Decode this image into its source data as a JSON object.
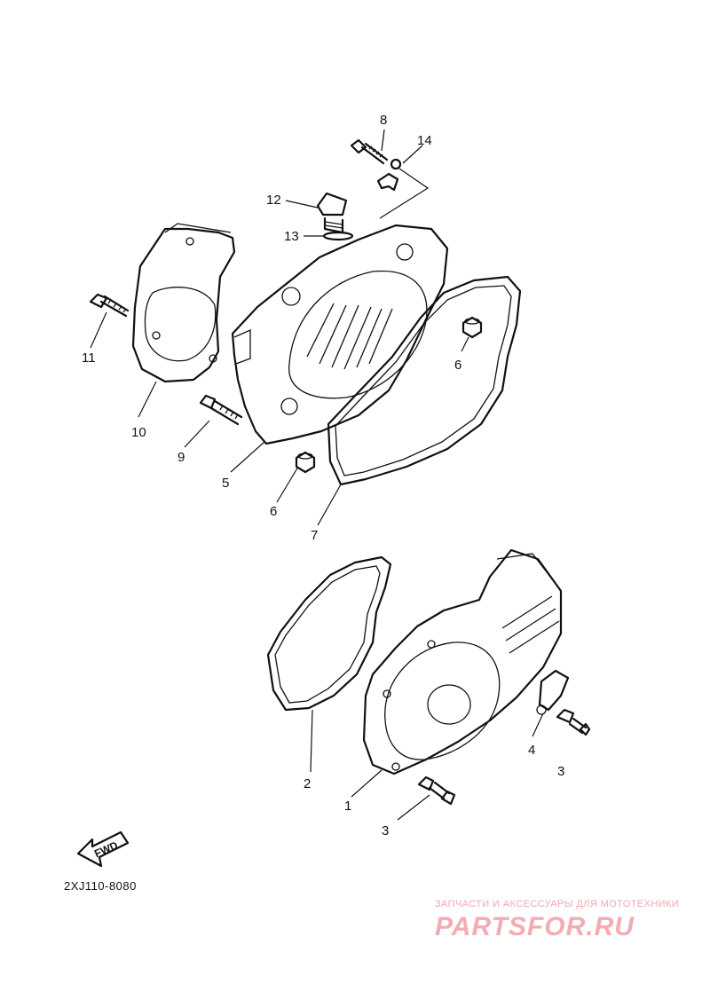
{
  "diagram": {
    "callouts": [
      {
        "id": "c8",
        "label": "8"
      },
      {
        "id": "c14",
        "label": "14"
      },
      {
        "id": "c12",
        "label": "12"
      },
      {
        "id": "c13",
        "label": "13"
      },
      {
        "id": "c6a",
        "label": "6"
      },
      {
        "id": "c11",
        "label": "11"
      },
      {
        "id": "c10",
        "label": "10"
      },
      {
        "id": "c9",
        "label": "9"
      },
      {
        "id": "c5",
        "label": "5"
      },
      {
        "id": "c6b",
        "label": "6"
      },
      {
        "id": "c7",
        "label": "7"
      },
      {
        "id": "c4",
        "label": "4"
      },
      {
        "id": "c3a",
        "label": "3"
      },
      {
        "id": "c2",
        "label": "2"
      },
      {
        "id": "c1",
        "label": "1"
      },
      {
        "id": "c3b",
        "label": "3"
      }
    ],
    "fwd_label": "FWD",
    "part_code": "2XJ110-8080"
  },
  "watermark": {
    "tagline": "ЗАПЧАСТИ И АКСЕССУАРЫ ДЛЯ МОТОТЕХНИКИ",
    "brand": "PARTSFOR.RU"
  }
}
